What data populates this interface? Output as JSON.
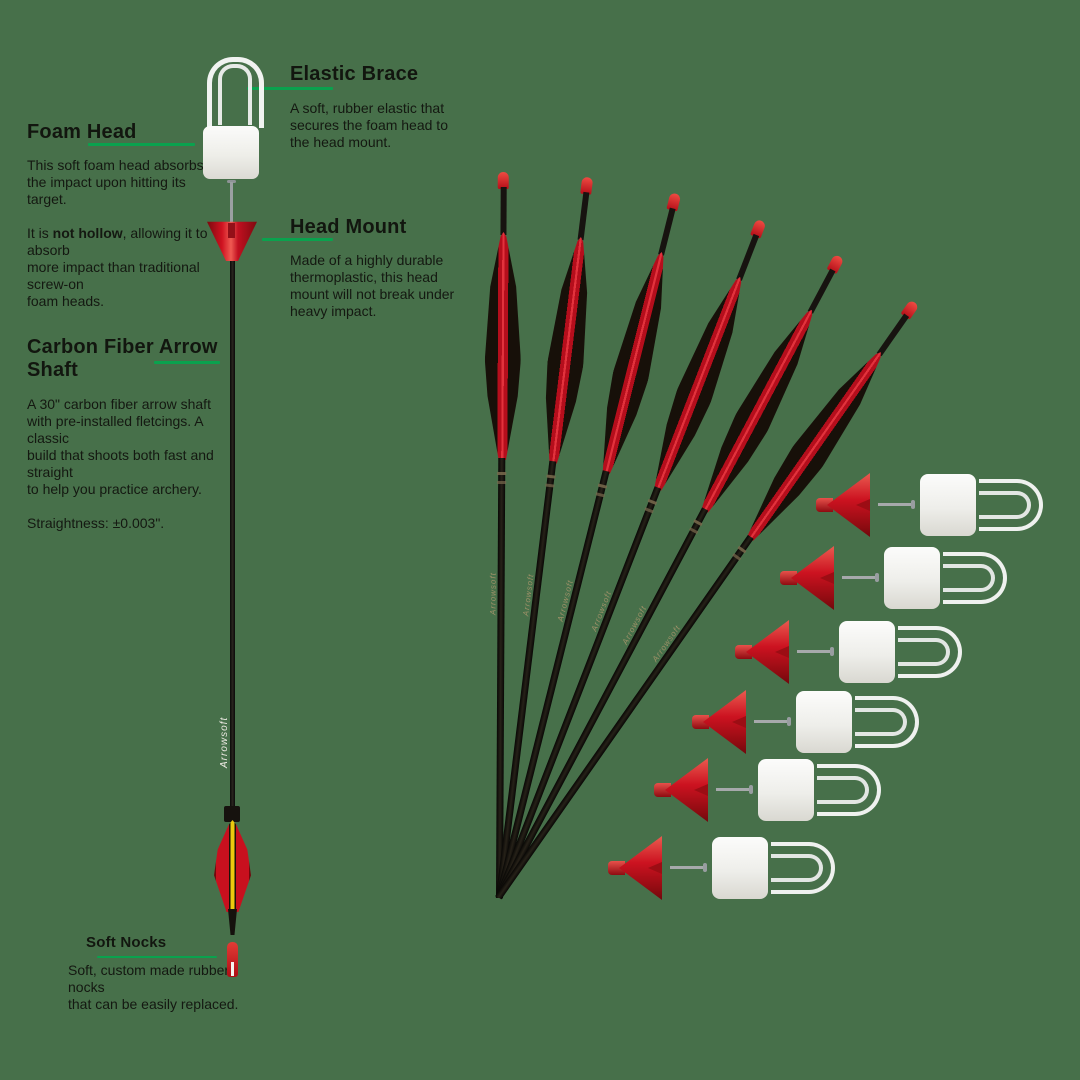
{
  "colors": {
    "background": "#47704a",
    "accent_green": "#0aa24e",
    "arrow_red": "#c3101d",
    "foam_white": "#f4f4f1",
    "shaft_black": "#14110d"
  },
  "annotations": {
    "foam_head": {
      "title": "Foam Head",
      "paragraph_1": "This soft foam head absorbs\nthe impact upon hitting its\ntarget.",
      "paragraph_2_prefix": "It is ",
      "paragraph_2_bold": "not hollow",
      "paragraph_2_suffix": ", allowing it to\nabsorb\nmore impact than traditional\nscrew-on\nfoam heads."
    },
    "elastic_brace": {
      "title": "Elastic Brace",
      "body": "A soft, rubber elastic that\nsecures the foam head to\nthe head mount."
    },
    "head_mount": {
      "title": "Head Mount",
      "body": "Made of a highly durable\nthermoplastic, this head\nmount will not break under\nheavy impact."
    },
    "carbon_shaft": {
      "title": "Carbon Fiber Arrow Shaft",
      "body": "A 30\" carbon fiber arrow shaft\nwith pre-installed fletcings. A\nclassic\nbuild that shoots both fast and\nstraight\nto help you practice archery.",
      "spec": "Straightness: ±0.003\"."
    },
    "soft_nocks": {
      "title": "Soft Nocks",
      "body": "Soft, custom made rubber\nnocks\nthat can be easily replaced."
    }
  },
  "product": {
    "shaft_brand_script": "Arrowsoft",
    "fan_arrow_count": 6,
    "head_kit_count": 6,
    "component_icons": [
      "elastic-brace",
      "foam-head",
      "mounting-pin",
      "head-mount",
      "carbon-shaft",
      "fletching",
      "soft-nock"
    ]
  }
}
